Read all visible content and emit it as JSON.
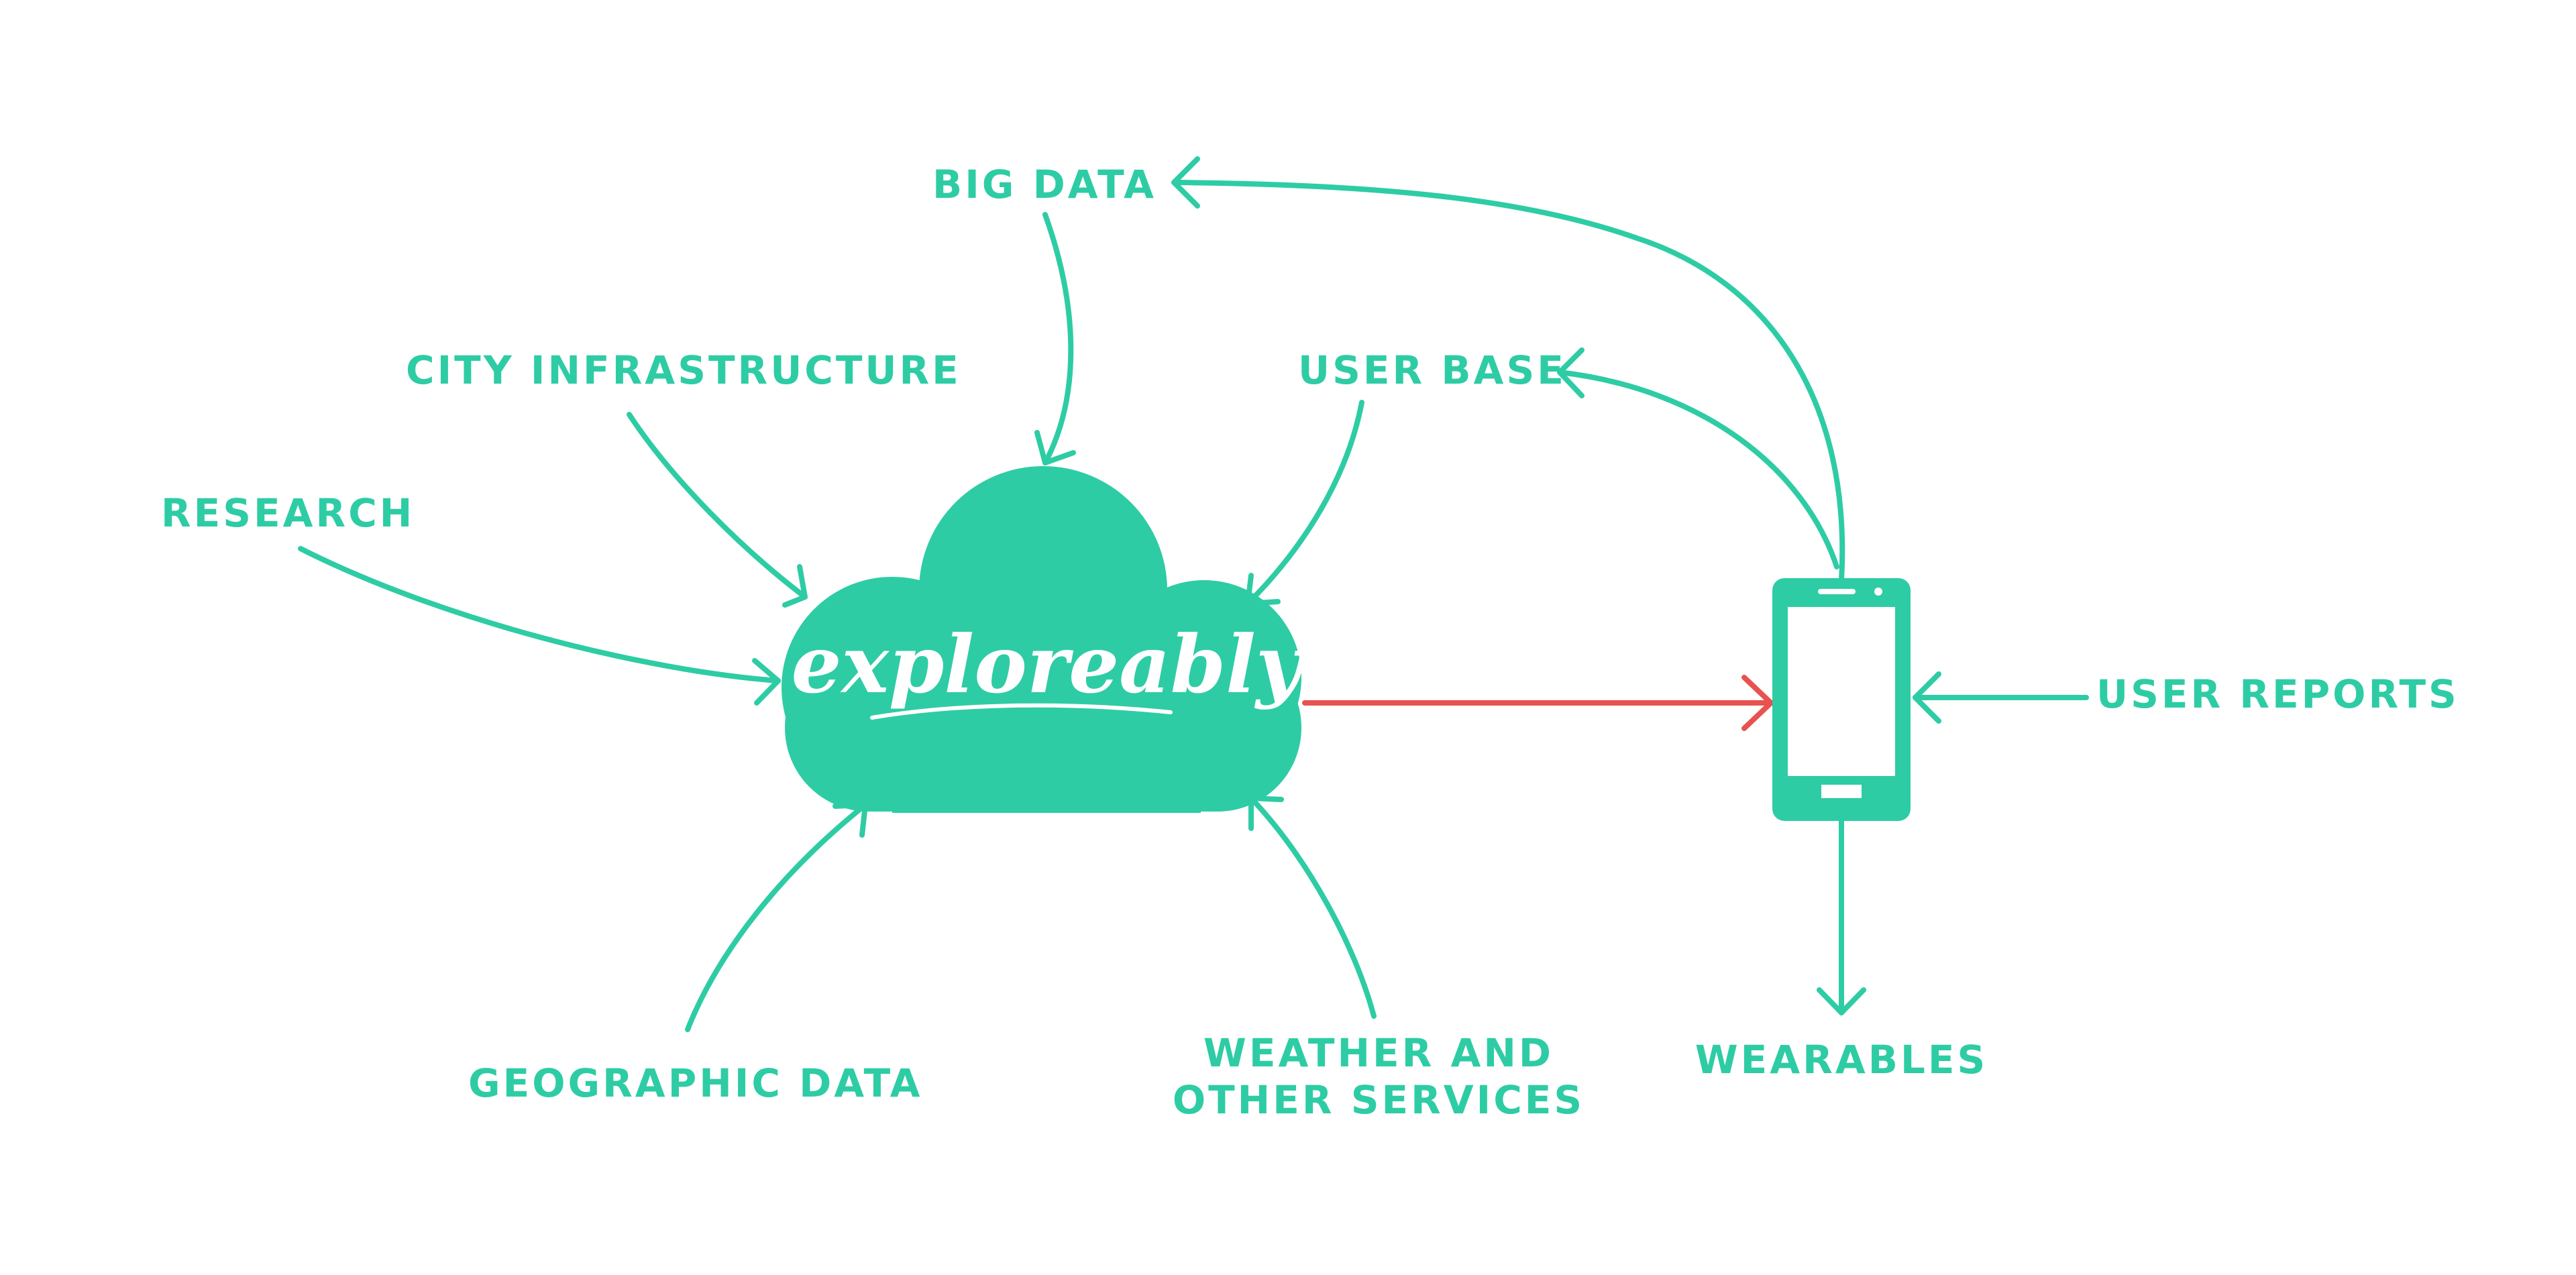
{
  "colors": {
    "accent": "#2ecca4",
    "output_arrow": "#e8524f",
    "background": "#ffffff",
    "logo_text": "#ffffff"
  },
  "cloud": {
    "brand": "exploreably"
  },
  "labels": {
    "big_data": "BIG DATA",
    "city_infrastructure": "CITY INFRASTRUCTURE",
    "user_base": "USER BASE",
    "research": "RESEARCH",
    "user_reports": "USER REPORTS",
    "geographic_data": "GEOGRAPHIC DATA",
    "weather_line1": "WEATHER AND",
    "weather_line2": "OTHER SERVICES",
    "wearables": "WEARABLES"
  },
  "icons": {
    "cloud": "cloud-icon",
    "phone": "smartphone-icon"
  }
}
